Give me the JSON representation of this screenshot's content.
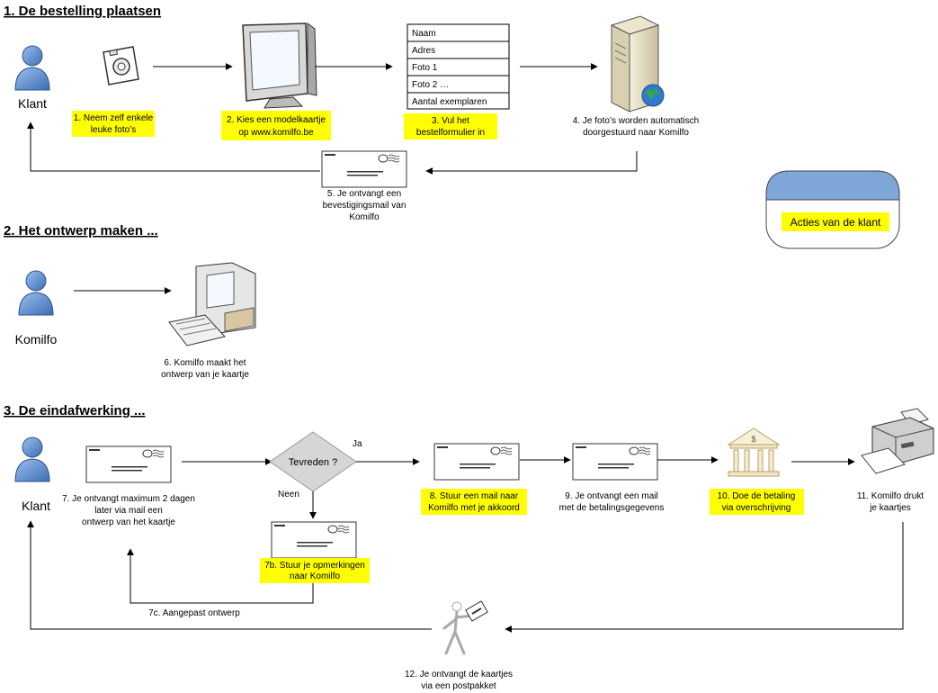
{
  "sections": {
    "s1": "1. De bestelling plaatsen",
    "s2": "2. Het ontwerp maken ...",
    "s3": "3. De eindafwerking ..."
  },
  "actors": {
    "klant1": "Klant",
    "komilfo": "Komilfo",
    "klant3": "Klant"
  },
  "form_fields": [
    "Naam",
    "Adres",
    "Foto 1",
    "Foto 2 …",
    "Aantal exemplaren"
  ],
  "steps": {
    "s1": [
      "1. Neem zelf enkele",
      "leuke foto’s"
    ],
    "s2": [
      "2. Kies een modelkaartje",
      "op www.komilfo.be"
    ],
    "s3": [
      "3. Vul het",
      "bestelformulier in"
    ],
    "s4": [
      "4. Je foto’s worden automatisch",
      "doorgestuurd naar Komilfo"
    ],
    "s5": [
      "5. Je ontvangt een",
      "bevestigingsmail van",
      "Komilfo"
    ],
    "s6": [
      "6. Komilfo maakt het",
      "ontwerp van je kaartje"
    ],
    "s7": [
      "7. Je ontvangt maximum 2 dagen",
      "later via mail een",
      "ontwerp van het kaartje"
    ],
    "s7b": [
      "7b. Stuur je opmerkingen",
      "naar Komilfo"
    ],
    "s7c": [
      "7c. Aangepast ontwerp"
    ],
    "s8": [
      "8. Stuur een mail naar",
      "Komilfo met je akkoord"
    ],
    "s9": [
      "9. Je ontvangt een mail",
      "met de betalingsgegevens"
    ],
    "s10": [
      "10. Doe de betaling",
      "via overschrijving"
    ],
    "s11": [
      "11. Komilfo drukt",
      "je kaartjes"
    ],
    "s12": [
      "12. Je ontvangt de kaartjes",
      "via een postpakket"
    ]
  },
  "decision": {
    "label": "Tevreden ?",
    "yes": "Ja",
    "no": "Neen"
  },
  "legend": {
    "label": "Acties van de klant"
  },
  "colors": {
    "highlight": "#ffff00",
    "actor_blue": "#5b86c6",
    "legend_header": "#7fa6d9",
    "decision_gray": "#d6d6d6"
  }
}
